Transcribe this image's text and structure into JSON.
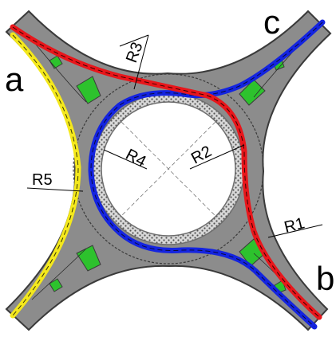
{
  "legs": {
    "a": "a",
    "b": "b",
    "c": "c"
  },
  "radii": {
    "r1": "R1",
    "r2": "R2",
    "r3": "R3",
    "r4": "R4",
    "r5": "R5"
  },
  "colors": {
    "carriageway": "#8c8c8c",
    "outline": "#3a3a3a",
    "island_border": "#6e6e6e",
    "median": "#2dc22d",
    "path_red": "#e8161b",
    "path_blue": "#1424e0",
    "path_yellow": "#f4e81c"
  }
}
